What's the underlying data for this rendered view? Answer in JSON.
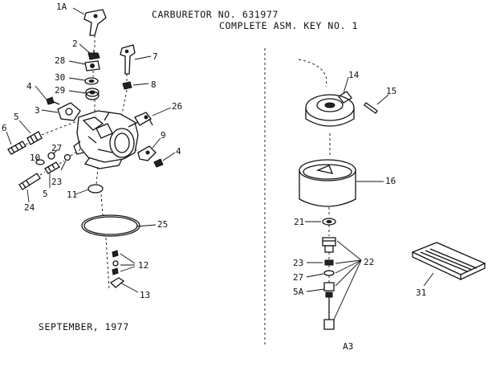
{
  "header": {
    "line1": "CARBURETOR NO. 631977",
    "line2": "COMPLETE ASM. KEY NO. 1"
  },
  "footer": {
    "date": "SEPTEMBER, 1977",
    "code": "A3"
  },
  "callouts": {
    "c1A": "1A",
    "c2": "2",
    "c28": "28",
    "c30": "30",
    "c29": "29",
    "c7": "7",
    "c8": "8",
    "c4a": "4",
    "c3": "3",
    "c26": "26",
    "c6": "6",
    "c5a": "5",
    "c9": "9",
    "c4b": "4",
    "c27": "27",
    "c10": "10",
    "c23": "23",
    "c5b": "5",
    "c24": "24",
    "c11": "11",
    "c25": "25",
    "c12": "12",
    "c13": "13",
    "c14": "14",
    "c15": "15",
    "c16": "16",
    "c21": "21",
    "c23r": "23",
    "c22": "22",
    "c27r": "27",
    "c5A": "5A",
    "c31": "31"
  }
}
